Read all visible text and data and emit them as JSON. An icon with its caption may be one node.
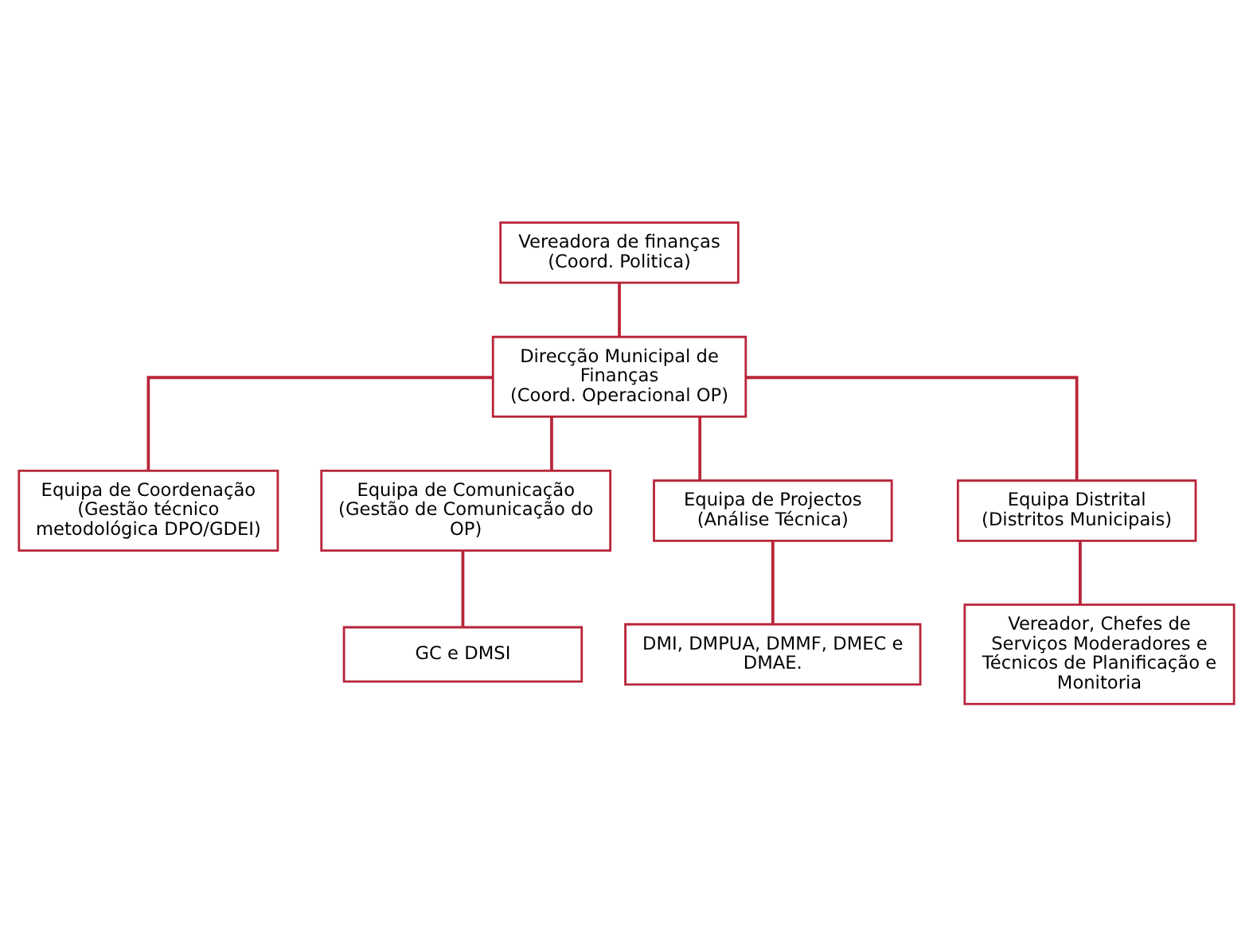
{
  "diagram": {
    "nodes": [
      {
        "text": [
          "Vereadora de finanças",
          "(Coord. Politica)"
        ]
      },
      {
        "text": [
          "Direcção Municipal de Finanças",
          "(Coord. Operacional OP)"
        ]
      },
      {
        "text": [
          "Equipa de Coordenação",
          "(Gestão técnico metodológica DPO/GDEI)"
        ]
      },
      {
        "text": [
          "Equipa de Comunicação",
          "(Gestão de Comunicação do OP)"
        ]
      },
      {
        "text": [
          "Equipa de Projectos",
          "(Análise Técnica)"
        ]
      },
      {
        "text": [
          "Equipa Distrital",
          "(Distritos Municipais)"
        ]
      },
      {
        "text": [
          "GC e DMSI"
        ]
      },
      {
        "text": [
          "DMI, DMPUA, DMMF, DMEC e DMAE."
        ]
      },
      {
        "text": [
          "Vereador, Chefes de Serviços Moderadores e Técnicos de Planificação e Monitoria"
        ]
      }
    ],
    "edges": [
      {
        "from": 0,
        "to": 1,
        "arrow": "none"
      },
      {
        "from": 1,
        "to": 2,
        "arrow": "none"
      },
      {
        "from": 1,
        "to": 3,
        "arrow": "none"
      },
      {
        "from": 1,
        "to": 4,
        "arrow": "none"
      },
      {
        "from": 1,
        "to": 5,
        "arrow": "none"
      },
      {
        "from": 3,
        "to": 6,
        "arrow": "none"
      },
      {
        "from": 4,
        "to": 7,
        "arrow": "none"
      },
      {
        "from": 5,
        "to": 8,
        "arrow": "none"
      }
    ]
  }
}
